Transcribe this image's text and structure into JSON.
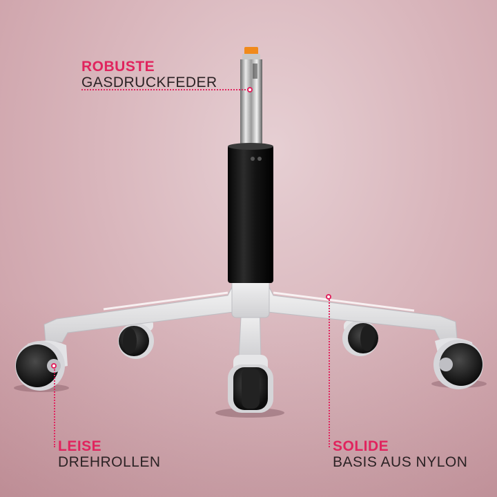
{
  "callouts": {
    "gas_spring": {
      "accent": "ROBUSTE",
      "main": "GASDRUCKFEDER"
    },
    "casters": {
      "accent": "LEISE",
      "main": "DREHROLLEN"
    },
    "base": {
      "accent": "SOLIDE",
      "main": "BASIS AUS NYLON"
    }
  },
  "colors": {
    "accent": "#e0245e",
    "text": "#2b2224",
    "background": "#d9b6bc"
  }
}
